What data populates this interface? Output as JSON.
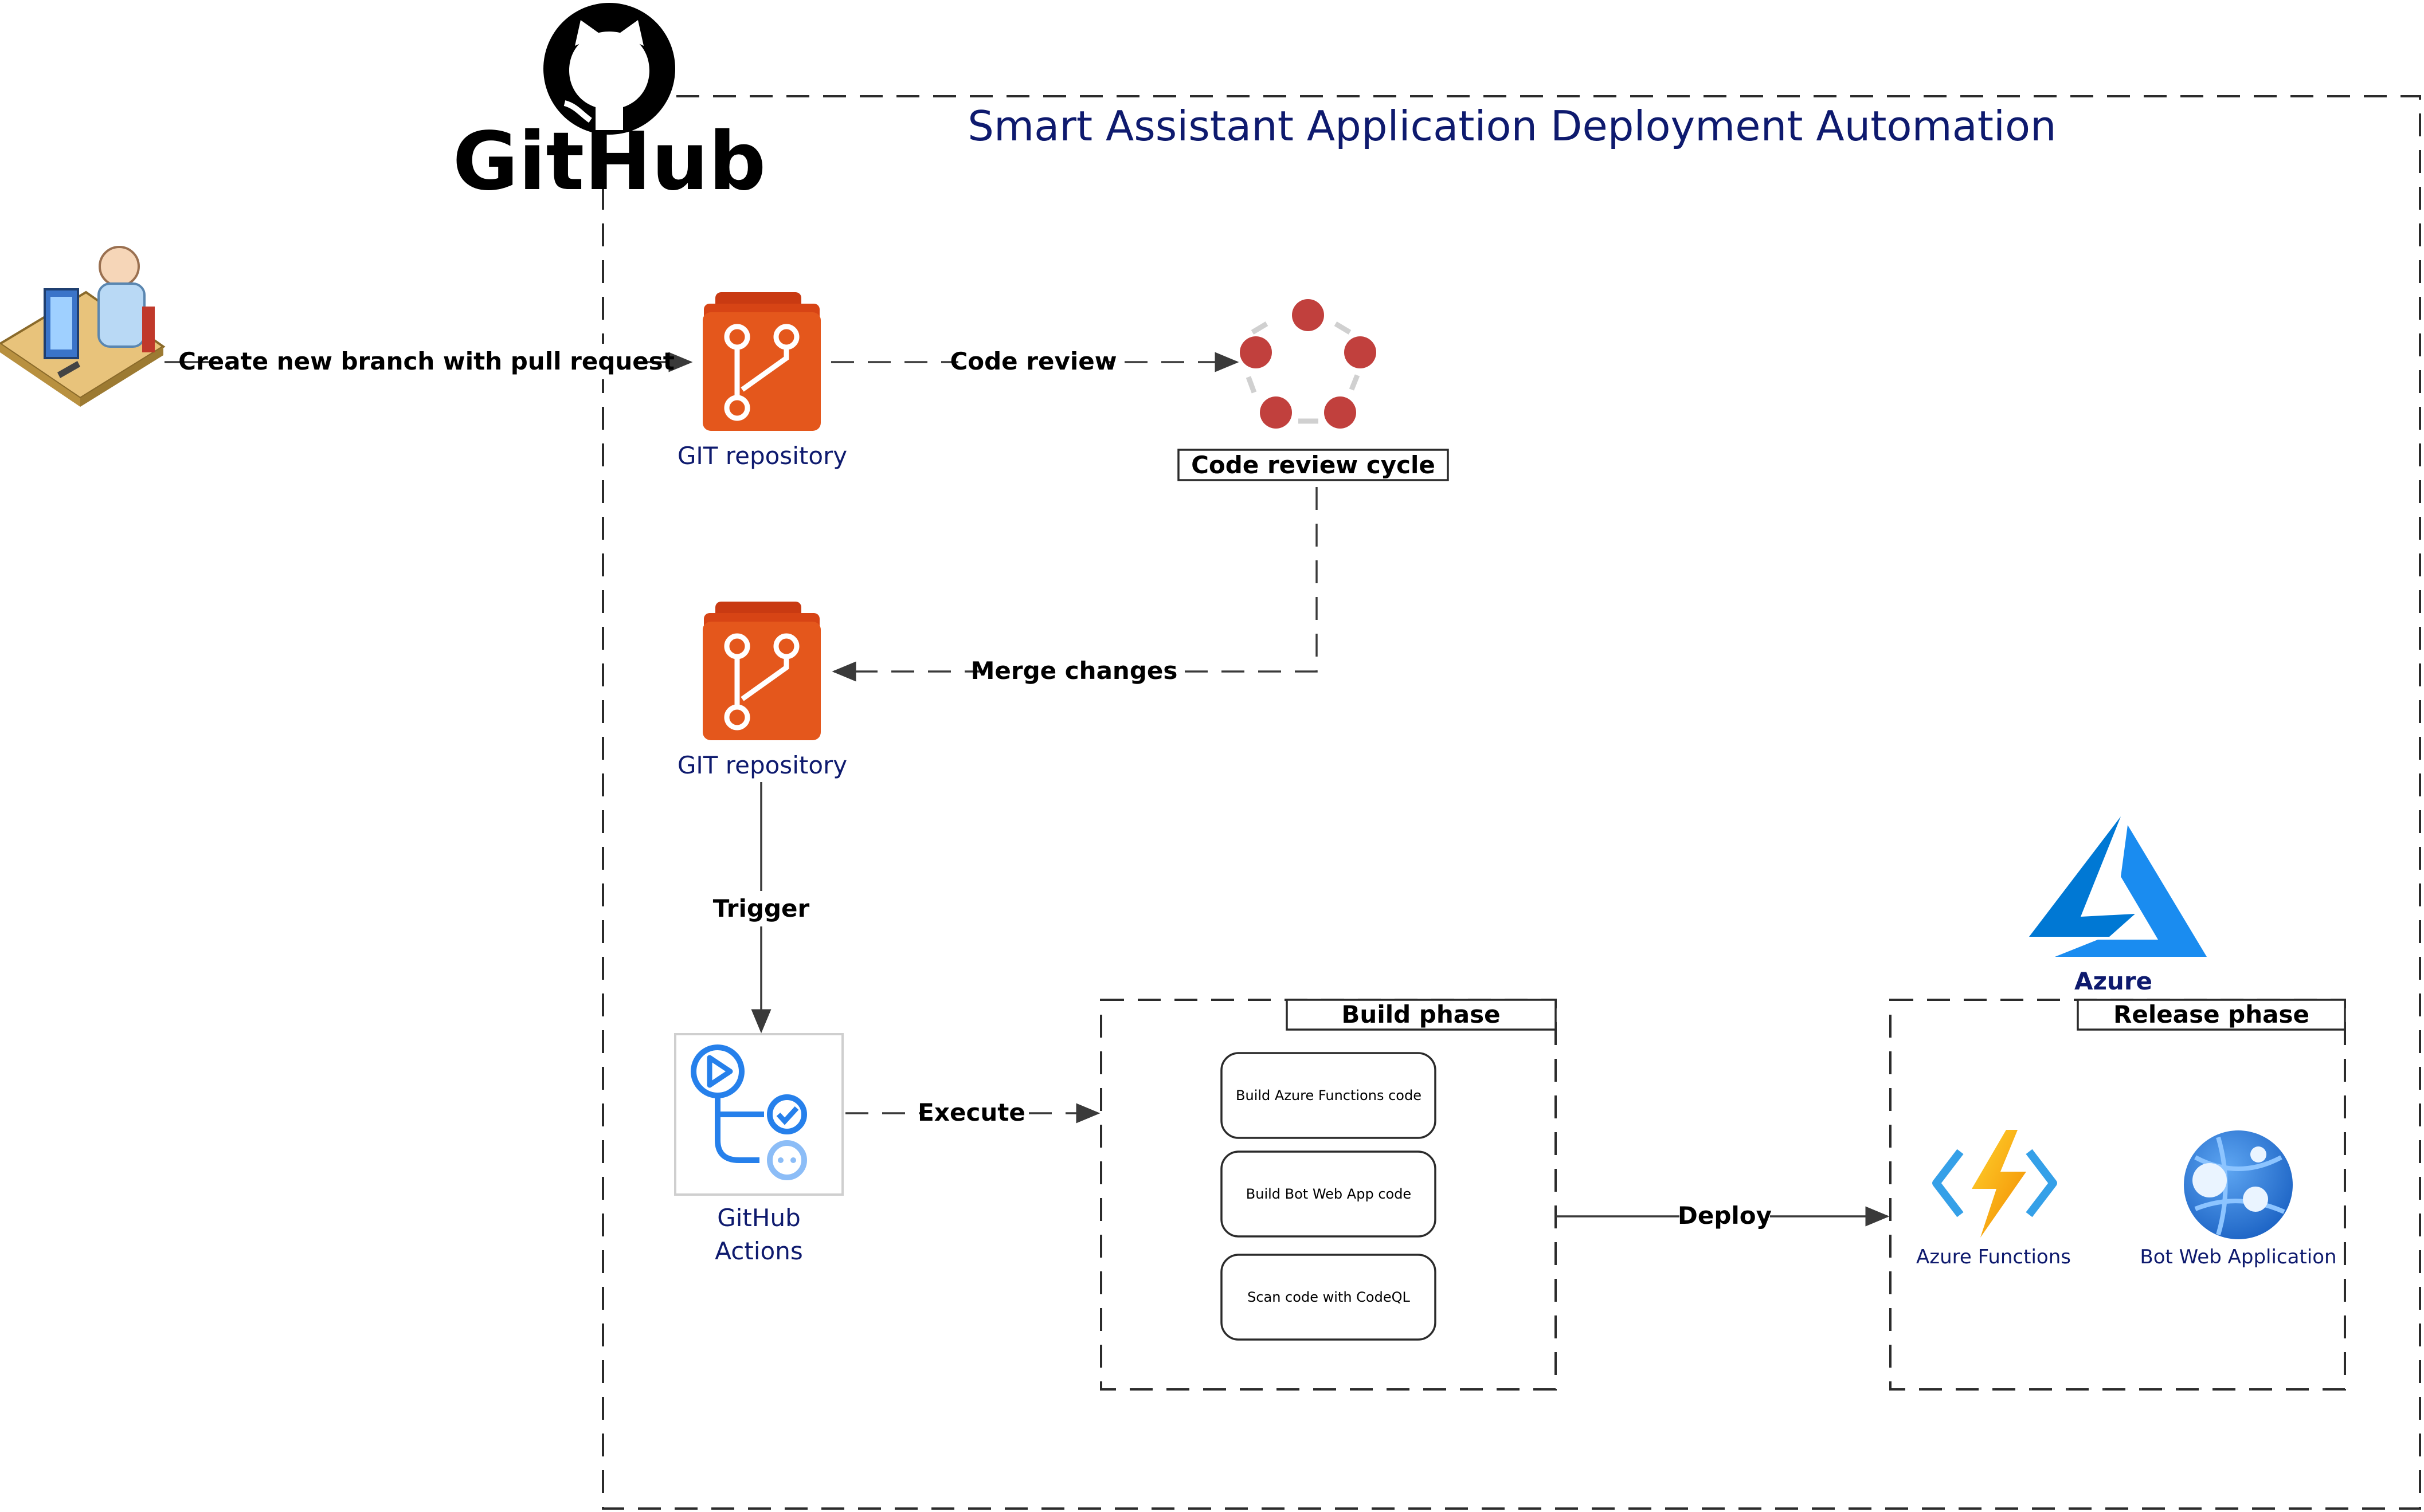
{
  "diagram": {
    "title": "Smart Assistant Application Deployment Automation",
    "logos": {
      "github": "GitHub",
      "azure": "Azure"
    },
    "nodes": {
      "developer": {
        "icon": "developer-workstation-icon"
      },
      "git_repo_1": {
        "label": "GIT repository",
        "icon": "git-repository-icon"
      },
      "code_review_cycle": {
        "label": "Code review cycle",
        "icon": "review-cycle-icon"
      },
      "git_repo_2": {
        "label": "GIT repository",
        "icon": "git-repository-icon"
      },
      "github_actions": {
        "label_line1": "GitHub",
        "label_line2": "Actions",
        "icon": "github-actions-icon"
      },
      "azure_functions": {
        "label": "Azure Functions",
        "icon": "azure-functions-icon"
      },
      "bot_web_app": {
        "label": "Bot Web Application",
        "icon": "bot-web-app-icon"
      }
    },
    "groups": {
      "build_phase": {
        "title": "Build phase",
        "steps": [
          "Build Azure Functions code",
          "Build Bot Web App code",
          "Scan code with CodeQL"
        ]
      },
      "release_phase": {
        "title": "Release phase"
      }
    },
    "edges": {
      "create_branch": "Create new branch with pull request",
      "code_review": "Code review",
      "merge_changes": "Merge changes",
      "trigger": "Trigger",
      "execute": "Execute",
      "deploy": "Deploy"
    },
    "colors": {
      "title": "#0e1a6e",
      "git_orange": "#e4571c",
      "review_red": "#c1403d",
      "azure_blue": "#0078d4",
      "actions_blue": "#2680eb"
    }
  }
}
